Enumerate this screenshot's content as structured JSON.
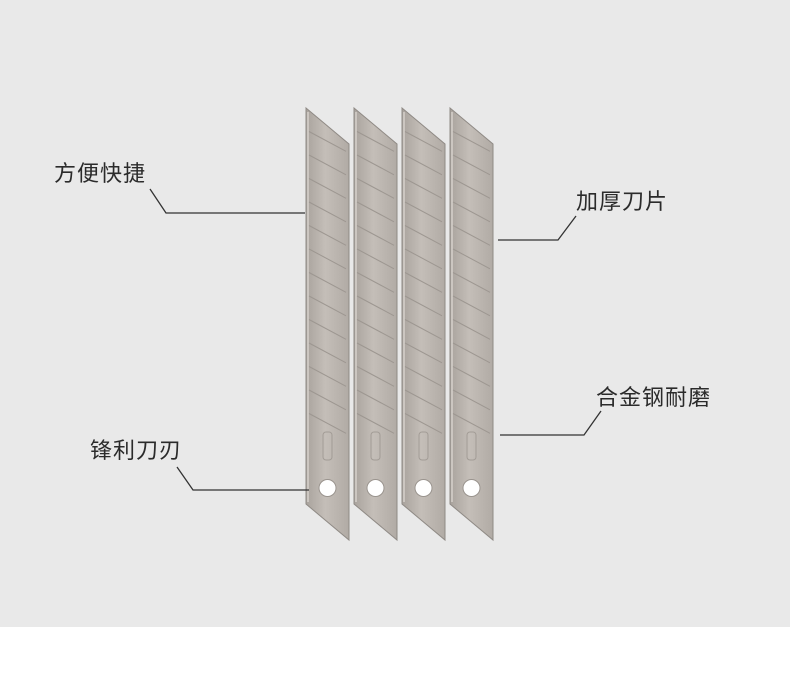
{
  "callouts": {
    "top_left": "方便快捷",
    "bottom_left": "锋利刀刃",
    "top_right": "加厚刀片",
    "bottom_right": "合金钢耐磨"
  },
  "blades": {
    "count": 4,
    "segments_per_blade": 13
  },
  "colors": {
    "background": "#e9e9e9",
    "blade": "#bab4ae",
    "blade_edge": "#8f8a85",
    "score_line": "#9d9791",
    "leader_line": "#333333",
    "text": "#2b2b2b"
  }
}
